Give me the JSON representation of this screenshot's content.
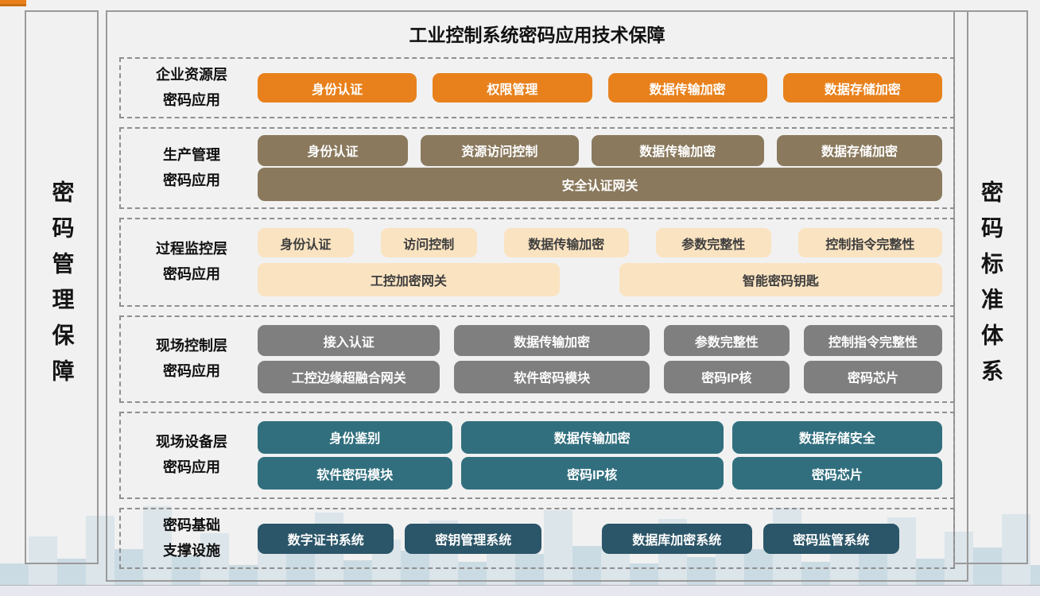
{
  "page": {
    "title": "工业控制系统密码应用技术保障",
    "left_sidebar": "密码管理保障",
    "right_sidebar": "密码标准体系"
  },
  "colors": {
    "accent_orange": "#E8811C",
    "khaki": "#8A795D",
    "cream": "#FAE3C1",
    "gray": "#7F7F7F",
    "teal": "#316F7E",
    "dark_teal": "#2B5568",
    "background": "#F1F1F1",
    "skyline_blue": "#C7D9E3",
    "footer_strip": "#E7E7F0"
  },
  "layers": [
    {
      "label": [
        "企业资源层",
        "密码应用"
      ],
      "color": "#E8811C",
      "rows": [
        [
          "身份认证",
          "权限管理",
          "数据传输加密",
          "数据存储加密"
        ]
      ]
    },
    {
      "label": [
        "生产管理",
        "密码应用"
      ],
      "color": "#8A795D",
      "rows": [
        [
          "身份认证",
          "资源访问控制",
          "数据传输加密",
          "数据存储加密"
        ],
        [
          "安全认证网关"
        ]
      ]
    },
    {
      "label": [
        "过程监控层",
        "密码应用"
      ],
      "color": "#FAE3C1",
      "rows": [
        [
          "身份认证",
          "访问控制",
          "数据传输加密",
          "参数完整性",
          "控制指令完整性"
        ],
        [
          "工控加密网关",
          "智能密码钥匙"
        ]
      ]
    },
    {
      "label": [
        "现场控制层",
        "密码应用"
      ],
      "color": "#7F7F7F",
      "rows": [
        [
          "接入认证",
          "数据传输加密",
          "参数完整性",
          "控制指令完整性"
        ],
        [
          "工控边缘超融合网关",
          "软件密码模块",
          "密码IP核",
          "密码芯片"
        ]
      ]
    },
    {
      "label": [
        "现场设备层",
        "密码应用"
      ],
      "color": "#316F7E",
      "rows": [
        [
          "身份鉴别",
          "数据传输加密",
          "数据存储安全"
        ],
        [
          "软件密码模块",
          "密码IP核",
          "密码芯片"
        ]
      ]
    },
    {
      "label": [
        "密码基础",
        "支撑设施"
      ],
      "color": "#2B5568",
      "rows": [
        [
          "数字证书系统",
          "密钥管理系统",
          "数据库加密系统",
          "密码监管系统"
        ]
      ]
    }
  ]
}
